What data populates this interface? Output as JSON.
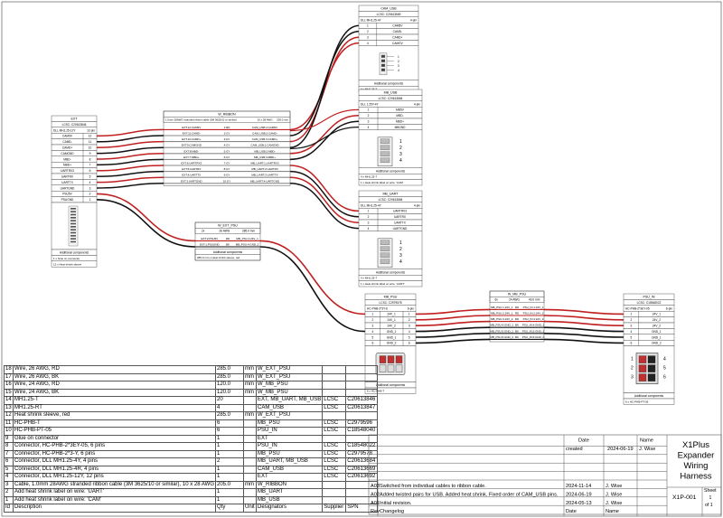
{
  "connectors": {
    "ext": {
      "title": "EXT",
      "part": "LCSC: C20613846",
      "type": "DLL MH1.25-12Y",
      "pins_label": "12-pin",
      "pins": [
        [
          "CAM5V",
          "12"
        ],
        [
          "CAMD-",
          "11"
        ],
        [
          "CAMD+",
          "10"
        ],
        [
          "CAMGND",
          "9"
        ],
        [
          "MBD-",
          "8"
        ],
        [
          "MBD+",
          "7"
        ],
        [
          "UARTRX3",
          "6"
        ],
        [
          "UARTRX",
          "5"
        ],
        [
          "UARTTX",
          "4"
        ],
        [
          "UARTGND",
          "3"
        ],
        [
          "PSU5V",
          "2"
        ],
        [
          "PSUGND",
          "1"
        ]
      ],
      "additional_title": "Additional components",
      "additional": [
        "1 x Glue on connector",
        "12 x Heat shrink sleeve"
      ]
    },
    "cam_usb": {
      "title": "CAM_USB",
      "part": "LCSC: C20613669",
      "type": "DLL MH1.25-4Y",
      "pins_label": "4-pin",
      "pins": [
        [
          "1",
          "CAM5V"
        ],
        [
          "2",
          "CAMD-"
        ],
        [
          "3",
          "CAMD+"
        ],
        [
          "4",
          "CAMGV"
        ]
      ],
      "additional_title": "Additional components",
      "additional": [
        "4 x MH1.25-T"
      ]
    },
    "mb_usb": {
      "title": "MB_USB",
      "part": "LCSC: C20613684",
      "type": "DLL 1.25Y-4Y",
      "pins_label": "4-pin",
      "pins": [
        [
          "1",
          "MB5V"
        ],
        [
          "2",
          "MBD-"
        ],
        [
          "3",
          "MBD+"
        ],
        [
          "4",
          "MBGND"
        ]
      ],
      "additional_title": "Additional components",
      "additional": [
        "4 x MH1.25-T",
        "1 x Heat shrink label on wire: 'CAM'"
      ]
    },
    "mb_uart": {
      "title": "MB_UART",
      "part": "LCSC: C20613684",
      "type": "DLL MH1.25-4Y",
      "pins_label": "4-pin",
      "pins": [
        [
          "1",
          "UARTRX3"
        ],
        [
          "2",
          "UARTRX"
        ],
        [
          "3",
          "UARTTX"
        ],
        [
          "4",
          "UARTGND"
        ]
      ],
      "additional_title": "Additional components",
      "additional": [
        "4 x MH1.25-T",
        "1 x Heat shrink label on wire: 'UART'"
      ]
    },
    "mb_psu": {
      "title": "MB_PSU",
      "part": "LCSC: C2979578",
      "type": "HC-PHB-2*3Y-6",
      "pins_label": "6-pin",
      "pins": [
        [
          "1",
          "24V_1",
          "1"
        ],
        [
          "2",
          "24V_1",
          "2"
        ],
        [
          "3",
          "24V_2",
          "3"
        ],
        [
          "4",
          "GND_1",
          "4"
        ],
        [
          "5",
          "GND_1",
          "5"
        ],
        [
          "6",
          "GND_2",
          "6"
        ]
      ],
      "additional_title": "Additional components",
      "additional": [
        "6 x HC-PHB-T"
      ]
    },
    "psu_in": {
      "title": "PSU_IN",
      "part": "LCSC: C18548022",
      "type": "HC-PHB-2*3EY-05",
      "pins_label": "6-pin",
      "pins": [
        [
          "1",
          "24V_1"
        ],
        [
          "2",
          "24V_2"
        ],
        [
          "3",
          "24V_2"
        ],
        [
          "4",
          "GND_1"
        ],
        [
          "5",
          "GND_1"
        ],
        [
          "6",
          "GND_2"
        ]
      ],
      "additional_title": "Additional components",
      "additional": [
        "6 x HC-PHB-PT-05"
      ]
    }
  },
  "cables": {
    "w_ribbon": {
      "title": "W_RIBBON",
      "spec": "1.0mm 28AWG stranded ribbon cable (3M 3625/10 or similar)",
      "spec2": "10 x 28 AWG",
      "length": "205.0 mm",
      "wires": [
        [
          "EXT:12:CAM5V",
          "1:RD",
          "CAM_USB:4:CAM5V"
        ],
        [
          "EXT:11:CAMD-",
          "2:GY",
          "CAM_USB:2:CAMD-"
        ],
        [
          "EXT:10:CAMD+",
          "3:GY",
          "CAM_USB:3:CAMD+"
        ],
        [
          "EXT:9:CAMGND",
          "4:GY",
          "CAM_USB:1:CAMGND"
        ],
        [
          "EXT:8:MBD-",
          "5:GY",
          "MB_USB:2:MBD-"
        ],
        [
          "EXT:7:MBD+",
          "6:GY",
          "MB_USB:3:MBD+"
        ],
        [
          "EXT:6:UARTRX3",
          "7:GY",
          "MB_UART:1:UARTRX3"
        ],
        [
          "EXT:5:UARTRX",
          "8:GY",
          "MB_UART:2:UARTRX"
        ],
        [
          "EXT:4:UARTTX",
          "9:GY",
          "MB_UART:3:UARTTX"
        ],
        [
          "EXT:3:UARTGND",
          "10:GY",
          "MB_UART:4:UARTGND"
        ]
      ]
    },
    "w_ext_psu": {
      "title": "W_EXT_PSU",
      "header": [
        "2x",
        "26 AWG",
        "285.0 mm"
      ],
      "wires": [
        [
          "EXT:2:PSU5V",
          "RD",
          "MB_PSU:1:24V_1"
        ],
        [
          "EXT:1:PSUGND",
          "BK",
          "MB_PSU:4:GND_1"
        ]
      ],
      "additional_title": "Additional components",
      "additional": [
        "285.0 mm x Heat shrink sleeve, red"
      ]
    },
    "w_mb_psu": {
      "title": "W_MB_PSU",
      "header": [
        "6x",
        "24 AWG",
        "40.0 mm"
      ],
      "wires": [
        [
          "MB_PSU:1:24V_1",
          "RD",
          "PSU_IN:1:24V_1"
        ],
        [
          "MB_PSU:2:24V_1",
          "RD",
          "PSU_IN:2:24V_2"
        ],
        [
          "MB_PSU:3:24V_2",
          "RD",
          "PSU_IN:3:24V_2"
        ],
        [
          "MB_PSU:4:GND_1",
          "BK",
          "PSU_IN:4:GND_1"
        ],
        [
          "MB_PSU:5:GND_1",
          "BK",
          "PSU_IN:5:GND_1"
        ],
        [
          "MB_PSU:6:GND_2",
          "BK",
          "PSU_IN:6:GND_2"
        ]
      ]
    }
  },
  "bom": {
    "header": [
      "Id",
      "Description",
      "Qty",
      "Unit",
      "Designators",
      "Supplier",
      "SPN"
    ],
    "rows": [
      [
        "18",
        "Wire, 26 AWG, RD",
        "285.0",
        "mm",
        "W_EXT_PSU",
        "",
        ""
      ],
      [
        "17",
        "Wire, 26 AWG, BK",
        "285.0",
        "mm",
        "W_EXT_PSU",
        "",
        ""
      ],
      [
        "16",
        "Wire, 24 AWG, RD",
        "120.0",
        "mm",
        "W_MB_PSU",
        "",
        ""
      ],
      [
        "15",
        "Wire, 24 AWG, BK",
        "120.0",
        "mm",
        "W_MB_PSU",
        "",
        ""
      ],
      [
        "14",
        "MH1.25-T",
        "20",
        "",
        "EXT, MB_UART, MB_USB",
        "LCSC",
        "C20613846"
      ],
      [
        "13",
        "MH1.25-RT",
        "4",
        "",
        "CAM_USB",
        "LCSC",
        "C20613847"
      ],
      [
        "12",
        "Heat shrink sleeve, red",
        "285.0",
        "mm",
        "W_EXT_PSU",
        "",
        ""
      ],
      [
        "11",
        "HC-PHB-T",
        "6",
        "",
        "MB_PSU",
        "LCSC",
        "C2979596"
      ],
      [
        "10",
        "HC-PHB-PT-05",
        "6",
        "",
        "PSU_IN",
        "LCSC",
        "C18548040"
      ],
      [
        "9",
        "Glue on connector",
        "1",
        "",
        "EXT",
        "",
        ""
      ],
      [
        "8",
        "Connector, HC-PHB-2*3EY-05, 6 pins",
        "1",
        "",
        "PSU_IN",
        "LCSC",
        "C18548022"
      ],
      [
        "7",
        "Connector, HC-PHB-2*3-Y, 6 pins",
        "1",
        "",
        "MB_PSU",
        "LCSC",
        "C2979578"
      ],
      [
        "6",
        "Connector, DLL MH1.25-4Y, 4 pins",
        "2",
        "",
        "MB_UART, MB_USB",
        "LCSC",
        "C20613684"
      ],
      [
        "5",
        "Connector, DLL MH1.25-4R, 4 pins",
        "1",
        "",
        "CAM_USB",
        "LCSC",
        "C20613669"
      ],
      [
        "4",
        "Connector, DLL MH1.25-12Y, 12 pins",
        "1",
        "",
        "EXT",
        "LCSC",
        "C20613692"
      ],
      [
        "3",
        "Cable, 1.0mm 28AWG stranded ribbon cable (3M 3625/10 or similar), 10 x 28 AWG",
        "205.0",
        "mm",
        "W_RIBBON",
        "",
        ""
      ],
      [
        "2",
        "Add heat shrink label on wire: 'UART'",
        "1",
        "",
        "MB_UART",
        "",
        ""
      ],
      [
        "1",
        "Add heat shrink label on wire: 'CAM'",
        "1",
        "",
        "MB_USB",
        "",
        ""
      ]
    ]
  },
  "titleblock": {
    "col_date": "Date",
    "col_name": "Name",
    "created_label": "created",
    "created_date": "2024-06-19",
    "created_name": "J. Wise",
    "title_lines": [
      "X1Plus",
      "Expander",
      "Wiring",
      "Harness"
    ],
    "drawing_no": "X1P-001",
    "sheet_label": "Sheet",
    "sheet_no": "1",
    "of_label": "of 1",
    "changelog_header": [
      "Rev",
      "Changelog",
      "Date",
      "Name"
    ],
    "changelog": [
      [
        "A03",
        "Switched from individual cables to ribbon cable.",
        "2024-11-14",
        "J. Wise"
      ],
      [
        "A02",
        "Added twisted pairs for USB. Added heat shrink. Fixed order of CAM_USB pins.",
        "2024-06-19",
        "J. Wise"
      ],
      [
        "A01",
        "Initial revision.",
        "2024-05-13",
        "J. Wise"
      ]
    ]
  },
  "colors": {
    "red": "#c02020",
    "black": "#111111",
    "grey": "#8a8a8a",
    "frame": "#444444"
  }
}
